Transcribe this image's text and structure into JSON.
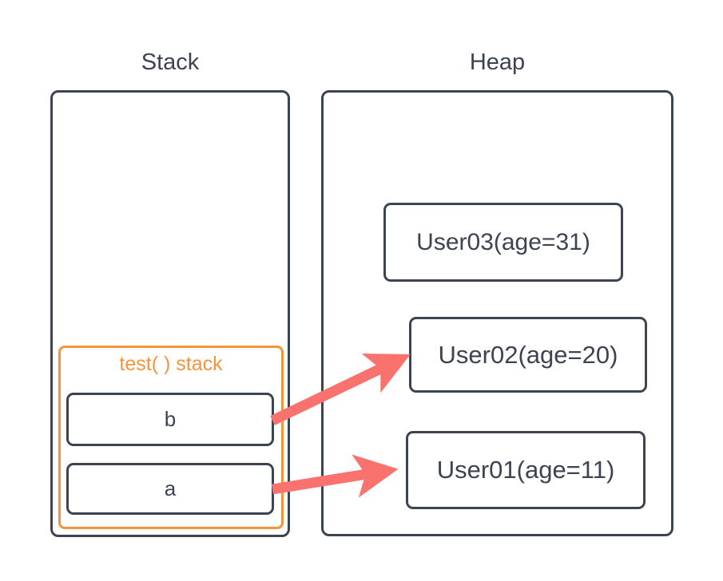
{
  "diagram": {
    "type": "memory-model-diagram",
    "background_color": "#ffffff",
    "stroke_color": "#3d4451",
    "frame_color": "#f5943b",
    "arrow_color": "#f9726d"
  },
  "stack": {
    "title": "Stack",
    "frame": {
      "label": "test( ) stack",
      "slots": [
        {
          "name": "b"
        },
        {
          "name": "a"
        }
      ]
    }
  },
  "heap": {
    "title": "Heap",
    "objects": [
      {
        "label": "User03(age=31)"
      },
      {
        "label": "User02(age=20)"
      },
      {
        "label": "User01(age=11)"
      }
    ]
  },
  "references": [
    {
      "from": "b",
      "to": "User02(age=20)"
    },
    {
      "from": "a",
      "to": "User01(age=11)"
    }
  ]
}
